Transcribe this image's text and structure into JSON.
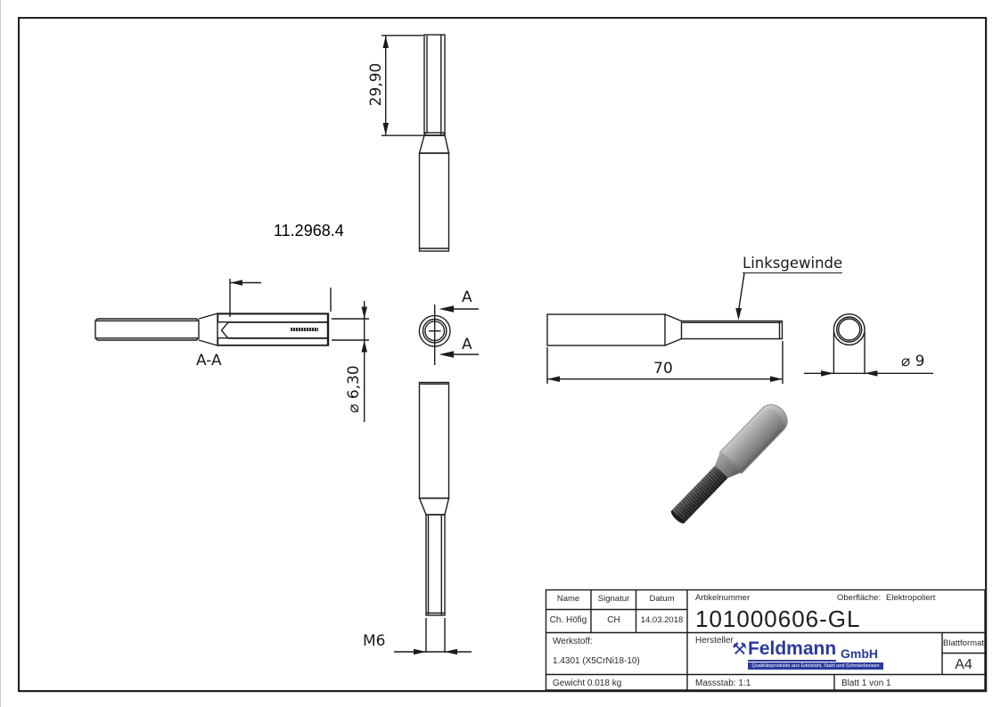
{
  "sheet": {
    "drawing_number": "11.2968.4",
    "section_label": "A-A",
    "section_letter_top": "A",
    "section_letter_bottom": "A",
    "thread_note": "Linksgewinde"
  },
  "dimensions": {
    "thread_length": "29,90",
    "bore_diameter": "⌀ 6,30",
    "overall_length": "70",
    "outer_diameter": "⌀ 9",
    "thread_size": "M6"
  },
  "title_block": {
    "name_header": "Name",
    "signatur_header": "Signatur",
    "datum_header": "Datum",
    "name": "Ch. Höfig",
    "signatur": "CH",
    "datum": "14.03.2018",
    "artikelnummer_label": "Artikelnummer",
    "artikelnummer": "101000606-GL",
    "oberflaeche_label": "Oberfläche:",
    "oberflaeche": "Elektropoliert",
    "werkstoff_label": "Werkstoff:",
    "werkstoff": "1.4301 (X5CrNi18-10)",
    "hersteller_label": "Hersteller",
    "blattformat_label": "Blattformat",
    "blattformat": "A4",
    "gewicht": "Gewicht 0.018 kg",
    "massstab": "Massstab: 1:1",
    "blatt": "Blatt 1 von 1"
  },
  "logo": {
    "icon": "⚒",
    "name": "Feldmann",
    "suffix": "GmbH",
    "tagline": "Qualitätsprodukte aus Edelstahl, Stahl und Schmiedeeisen",
    "color": "#2b3a9c"
  },
  "colors": {
    "line": "#1c1c1c",
    "shade_gray": "#9b9b9b",
    "logo_blue": "#2b3a9c",
    "background": "#ffffff"
  }
}
